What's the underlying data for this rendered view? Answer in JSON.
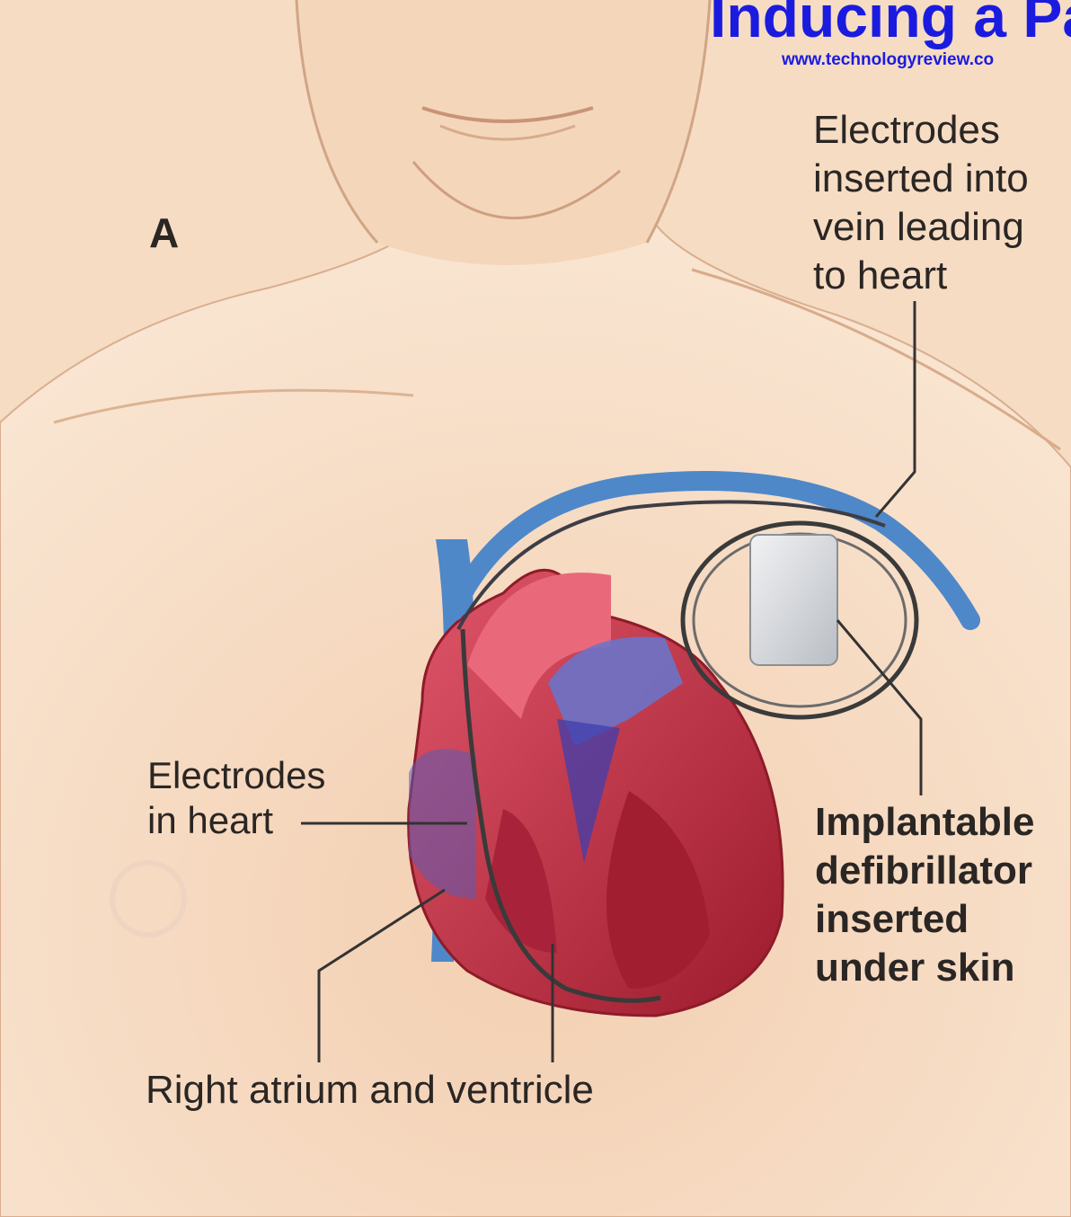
{
  "header": {
    "title": "Inducing a Pa",
    "url": "www.technologyreview.co"
  },
  "panel_letter": "A",
  "labels": {
    "electrodes_vein": [
      "Electrodes",
      "inserted into",
      "vein leading",
      "to heart"
    ],
    "electrodes_heart": [
      "Electrodes",
      "in heart"
    ],
    "defibrillator": [
      "Implantable",
      "defibrillator",
      "inserted",
      "under skin"
    ],
    "right_atrium": "Right atrium and ventricle"
  },
  "colors": {
    "skin": "#f6dcc3",
    "heart_red": "#c0283a",
    "vein_blue": "#4f88c8",
    "header_blue": "#1b1be0"
  }
}
